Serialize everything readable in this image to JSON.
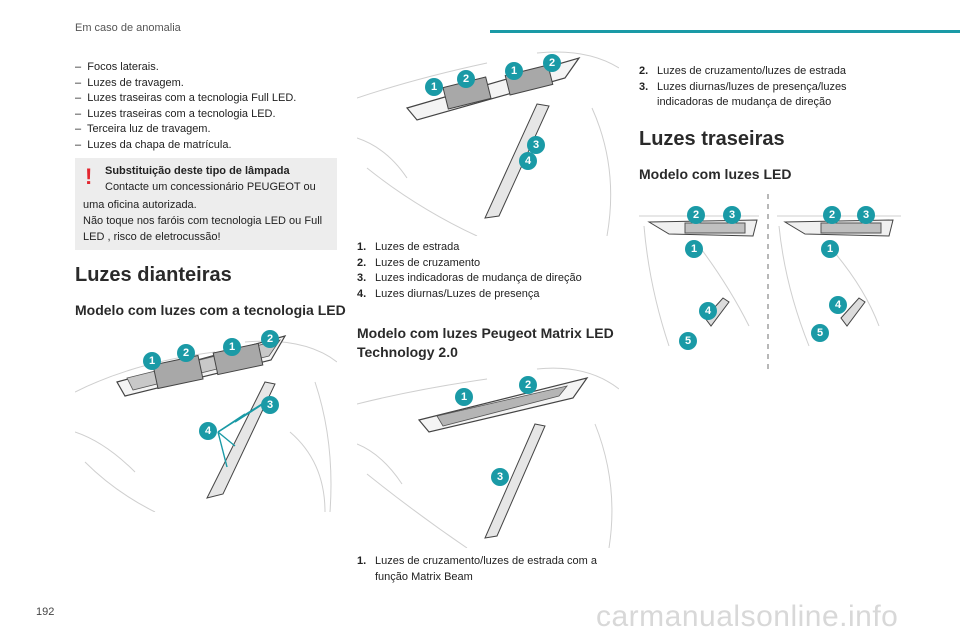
{
  "header": {
    "section": "Em caso de anomalia"
  },
  "page_number": "192",
  "watermark": "carmanualsonline.info",
  "bullets": [
    "Focos laterais.",
    "Luzes de travagem.",
    "Luzes traseiras com a tecnologia Full LED.",
    "Luzes traseiras com a tecnologia LED.",
    "Terceira luz de travagem.",
    "Luzes da chapa de matrícula."
  ],
  "warning": {
    "mark": "!",
    "title": "Substituição deste tipo de lâmpada",
    "line1": "Contacte um concessionário PEUGEOT ou",
    "line2": "uma oficina autorizada.",
    "line3": "Não toque nos faróis com tecnologia LED ou Full LED , risco de eletrocussão!"
  },
  "front": {
    "heading": "Luzes dianteiras",
    "model1": {
      "heading": "Modelo com luzes com a tecnologia LED",
      "legend": [
        {
          "n": "1.",
          "text": "Luzes de estrada"
        },
        {
          "n": "2.",
          "text": "Luzes de cruzamento"
        },
        {
          "n": "3.",
          "text": "Luzes indicadoras de mudança de direção"
        },
        {
          "n": "4.",
          "text": "Luzes diurnas/Luzes de presença"
        }
      ]
    },
    "model2": {
      "heading": "Modelo com luzes Peugeot Matrix LED Technology 2.0",
      "legend": [
        {
          "n": "1.",
          "text": "Luzes de cruzamento/luzes de estrada com a função Matrix Beam"
        },
        {
          "n": "2.",
          "text": "Luzes de cruzamento/luzes de estrada"
        },
        {
          "n": "3.",
          "text": "Luzes diurnas/luzes de presença/luzes indicadoras de mudança de direção"
        }
      ]
    }
  },
  "rear": {
    "heading": "Luzes traseiras",
    "model": {
      "heading": "Modelo com luzes LED"
    }
  },
  "badges": {
    "ill1": [
      "1",
      "2",
      "1",
      "2",
      "3",
      "4"
    ],
    "ill2": [
      "1",
      "2",
      "1",
      "2",
      "3",
      "4"
    ],
    "ill3": [
      "1",
      "2",
      "3"
    ],
    "ill4": [
      "2",
      "3",
      "1",
      "4",
      "5",
      "2",
      "3",
      "1",
      "4",
      "5"
    ]
  }
}
